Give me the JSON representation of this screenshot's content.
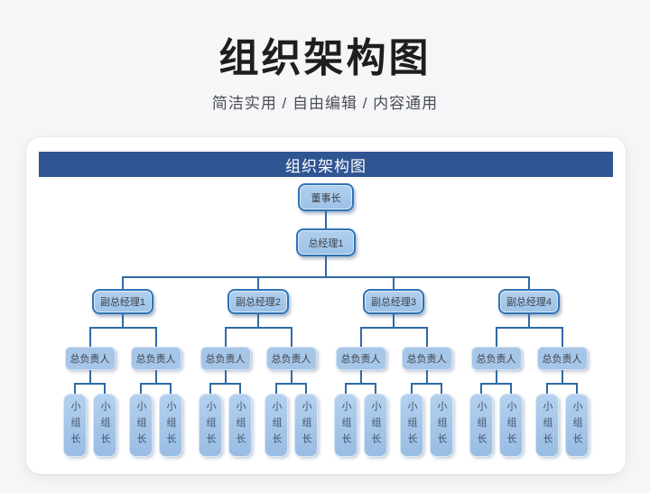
{
  "page": {
    "title": "组织架构图",
    "subtitle": "简洁实用 / 自由编辑 / 内容通用",
    "background": "#f5f6f8"
  },
  "card": {
    "header_title": "组织架构图"
  },
  "colors": {
    "header_bg": "#2f5593",
    "connector_line": "#2e6aa5",
    "node_border": "#2e74b5",
    "node_fill_top": "#b2d0ee",
    "node_fill_bottom": "#9cc1e6",
    "leader_fill": "#a6c6e8"
  },
  "org": {
    "chairman": "董事长",
    "general_manager": "总经理1",
    "branches": [
      {
        "label": "副总经理1",
        "leaders": [
          {
            "label": "总负责人",
            "groups": [
              "小组长",
              "小组长"
            ]
          },
          {
            "label": "总负责人",
            "groups": [
              "小组长",
              "小组长"
            ]
          }
        ]
      },
      {
        "label": "副总经理2",
        "leaders": [
          {
            "label": "总负责人",
            "groups": [
              "小组长",
              "小组长"
            ]
          },
          {
            "label": "总负责人",
            "groups": [
              "小组长",
              "小组长"
            ]
          }
        ]
      },
      {
        "label": "副总经理3",
        "leaders": [
          {
            "label": "总负责人",
            "groups": [
              "小组长",
              "小组长"
            ]
          },
          {
            "label": "总负责人",
            "groups": [
              "小组长",
              "小组长"
            ]
          }
        ]
      },
      {
        "label": "副总经理4",
        "leaders": [
          {
            "label": "总负责人",
            "groups": [
              "小组长",
              "小组长"
            ]
          },
          {
            "label": "总负责人",
            "groups": [
              "小组长",
              "小组长"
            ]
          }
        ]
      }
    ]
  }
}
